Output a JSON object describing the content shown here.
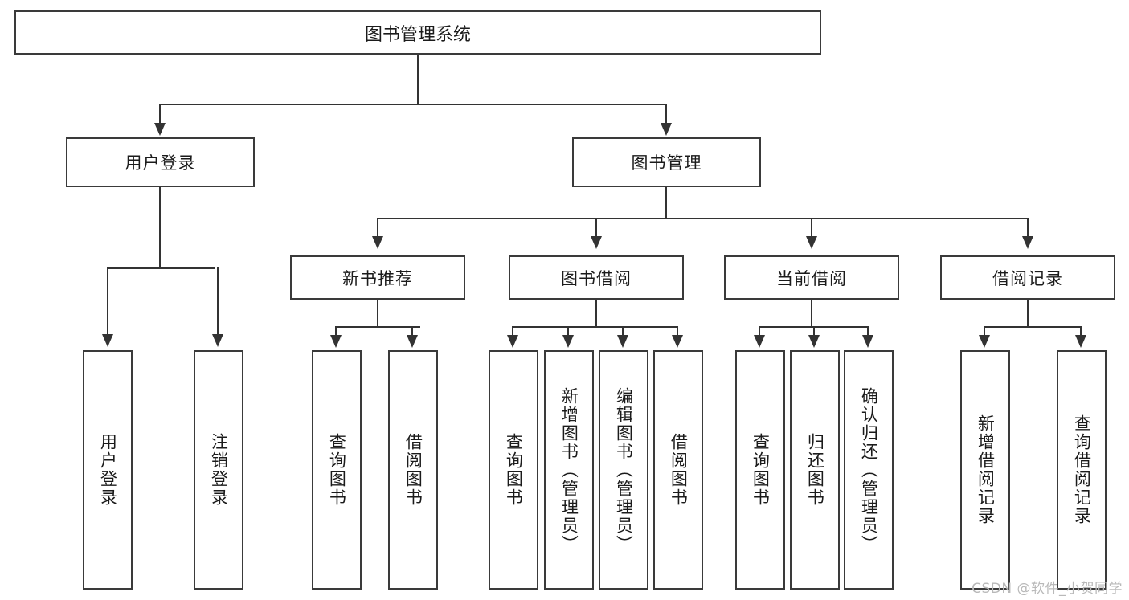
{
  "diagram": {
    "type": "tree",
    "title": "图书管理系统",
    "root": {
      "label": "图书管理系统"
    },
    "level1": [
      {
        "label": "用户登录"
      },
      {
        "label": "图书管理"
      }
    ],
    "level2": [
      {
        "label": "新书推荐"
      },
      {
        "label": "图书借阅"
      },
      {
        "label": "当前借阅"
      },
      {
        "label": "借阅记录"
      }
    ],
    "leaves": {
      "user_login": [
        {
          "label": "用户登录"
        },
        {
          "label": "注销登录"
        }
      ],
      "new_book_recommend": [
        {
          "label": "查询图书"
        },
        {
          "label": "借阅图书"
        }
      ],
      "book_borrow": [
        {
          "label": "查询图书"
        },
        {
          "label": "新增图书（管理员）"
        },
        {
          "label": "编辑图书（管理员）"
        },
        {
          "label": "借阅图书"
        }
      ],
      "current_borrow": [
        {
          "label": "查询图书"
        },
        {
          "label": "归还图书"
        },
        {
          "label": "确认归还（管理员）"
        }
      ],
      "borrow_record": [
        {
          "label": "新增借阅记录"
        },
        {
          "label": "查询借阅记录"
        }
      ]
    }
  },
  "watermark": {
    "text": "CSDN @软件_小贺同学"
  },
  "colors": {
    "box_border": "#3a3a3a",
    "line": "#333333",
    "text": "#1b1b1b",
    "background": "#ffffff",
    "watermark": "#b9b9b9"
  }
}
